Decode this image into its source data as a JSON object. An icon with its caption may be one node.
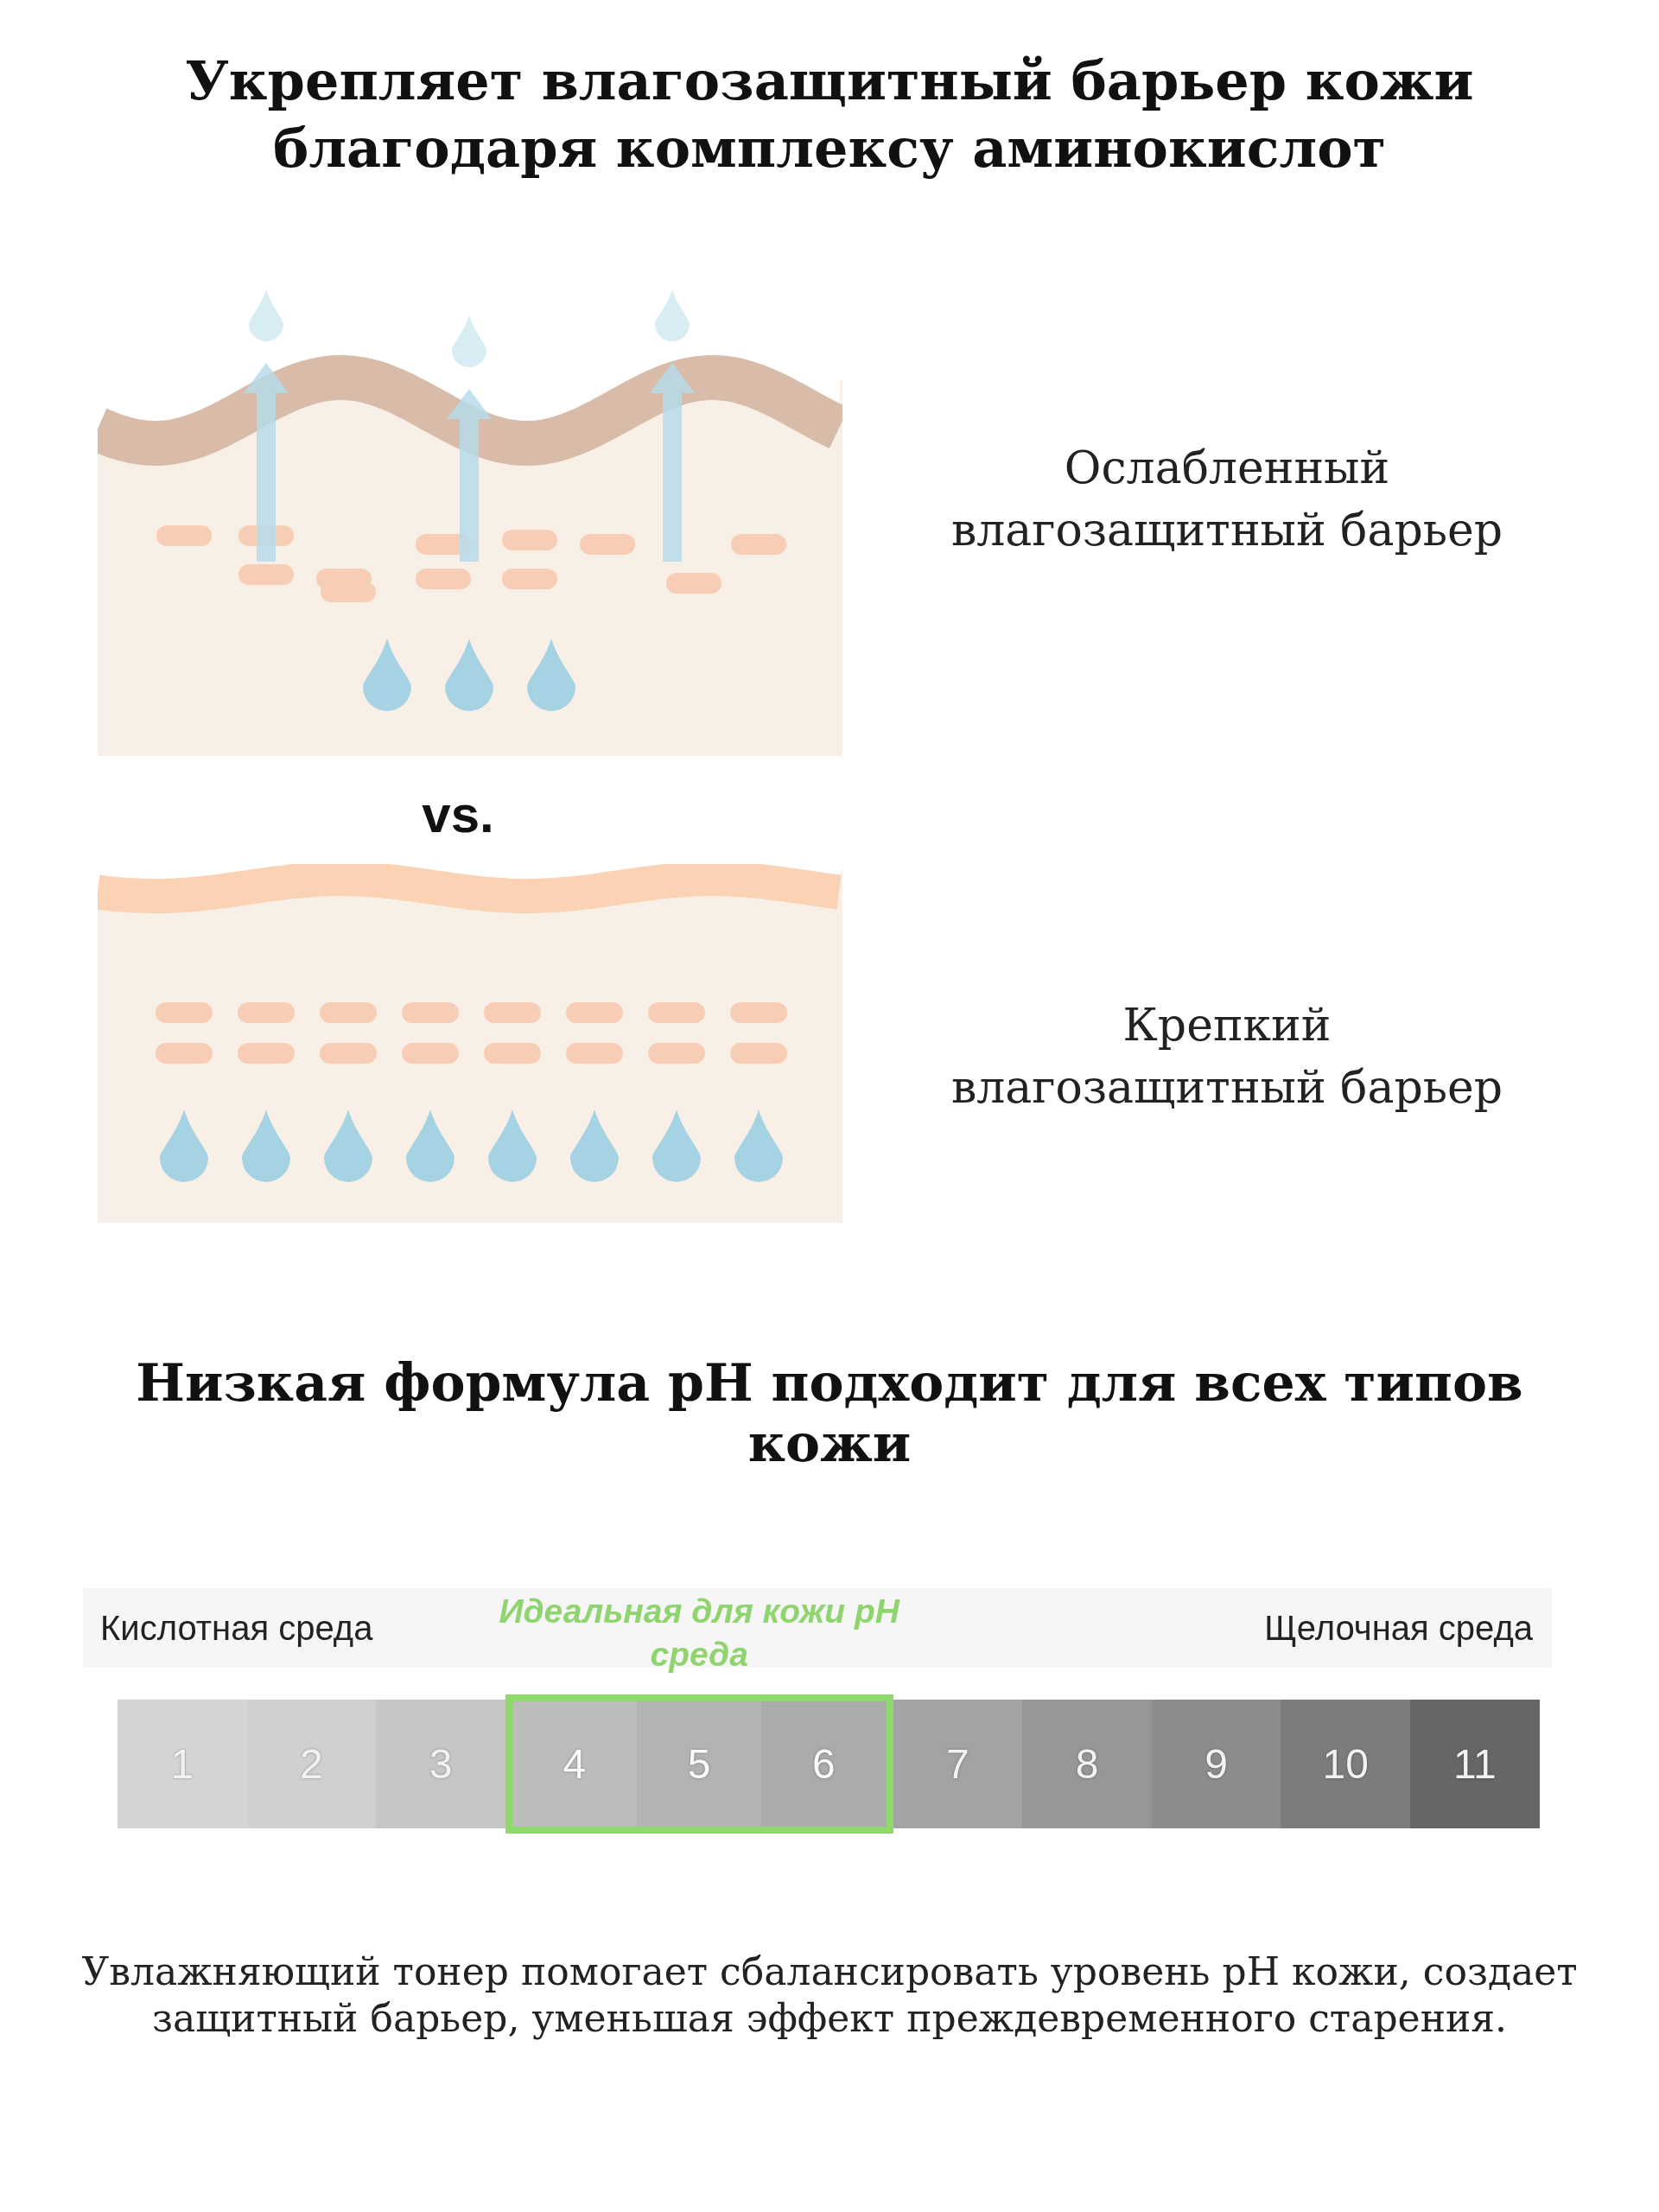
{
  "diagram": {
    "title": "Укрепляет влагозащитный барьер кожи благодаря комплексу аминокислот",
    "caption": "Увлажняющий тонер помогает сбалансировать уровень pH кожи, создает защитный барьер, уменьшая эффект преждевременного старения.",
    "nodes": [
      {
        "text": [
          "1"
        ]
      },
      {
        "text": [
          "2"
        ]
      },
      {
        "text": [
          "3"
        ]
      },
      {
        "text": [
          "Идеальная для кожи pH среда"
        ]
      },
      {
        "text": [
          "4"
        ],
        "in": 3
      },
      {
        "text": [
          "5"
        ],
        "in": 3
      },
      {
        "text": [
          "6"
        ],
        "in": 3
      },
      {
        "text": [
          "7"
        ]
      },
      {
        "text": [
          "8"
        ]
      },
      {
        "text": [
          "9"
        ]
      },
      {
        "text": [
          "10"
        ]
      },
      {
        "text": [
          "11"
        ]
      }
    ],
    "edges": [],
    "labels": [
      "Ослабленный влагозащитный барьер",
      "vs.",
      "Крепкий влагозащитный барьер",
      "Низкая формула pH подходит для всех типов кожи",
      "Кислотная среда",
      "Щелочная среда"
    ]
  }
}
